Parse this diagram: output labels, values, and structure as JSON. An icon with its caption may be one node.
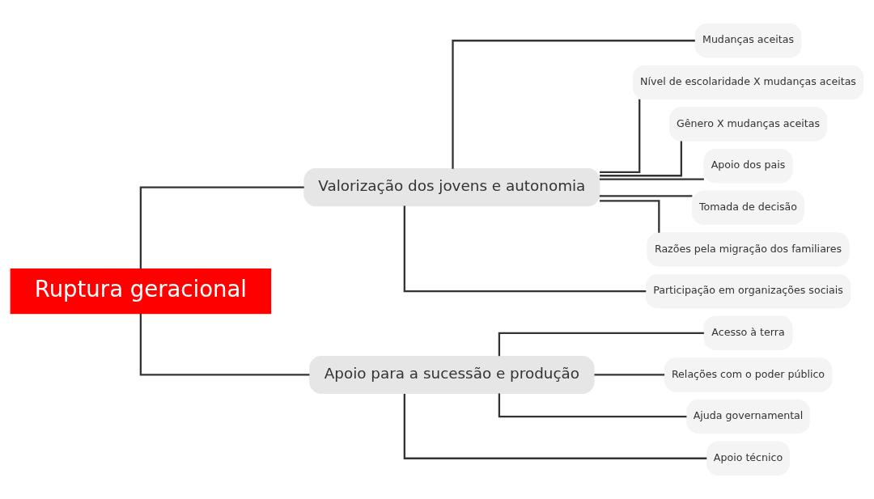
{
  "diagram": {
    "nodes": [
      {
        "text": [
          "Ruptura geracional"
        ]
      },
      {
        "text": [
          "Valorização dos jovens e autonomia"
        ]
      },
      {
        "text": [
          "Apoio para a sucessão e produção"
        ]
      },
      {
        "text": [
          "Mudanças aceitas"
        ]
      },
      {
        "text": [
          "Nível de escolaridade X mudanças aceitas"
        ]
      },
      {
        "text": [
          "Gênero X mudanças aceitas"
        ]
      },
      {
        "text": [
          "Apoio dos pais"
        ]
      },
      {
        "text": [
          "Tomada de decisão"
        ]
      },
      {
        "text": [
          "Razões pela migração dos familiares"
        ]
      },
      {
        "text": [
          "Participação em organizações sociais"
        ]
      },
      {
        "text": [
          "Acesso à terra"
        ]
      },
      {
        "text": [
          "Relações com o poder público"
        ]
      },
      {
        "text": [
          "Ajuda governamental"
        ]
      },
      {
        "text": [
          "Apoio técnico"
        ]
      }
    ],
    "edges": [
      {
        "from": 0,
        "to": 1,
        "arrow": "none"
      },
      {
        "from": 0,
        "to": 2,
        "arrow": "none"
      },
      {
        "from": 1,
        "to": 3,
        "arrow": "none"
      },
      {
        "from": 1,
        "to": 4,
        "arrow": "none"
      },
      {
        "from": 1,
        "to": 5,
        "arrow": "none"
      },
      {
        "from": 1,
        "to": 6,
        "arrow": "none"
      },
      {
        "from": 1,
        "to": 7,
        "arrow": "none"
      },
      {
        "from": 1,
        "to": 8,
        "arrow": "none"
      },
      {
        "from": 1,
        "to": 9,
        "arrow": "none"
      },
      {
        "from": 2,
        "to": 10,
        "arrow": "none"
      },
      {
        "from": 2,
        "to": 11,
        "arrow": "none"
      },
      {
        "from": 2,
        "to": 12,
        "arrow": "none"
      },
      {
        "from": 2,
        "to": 13,
        "arrow": "none"
      }
    ]
  }
}
